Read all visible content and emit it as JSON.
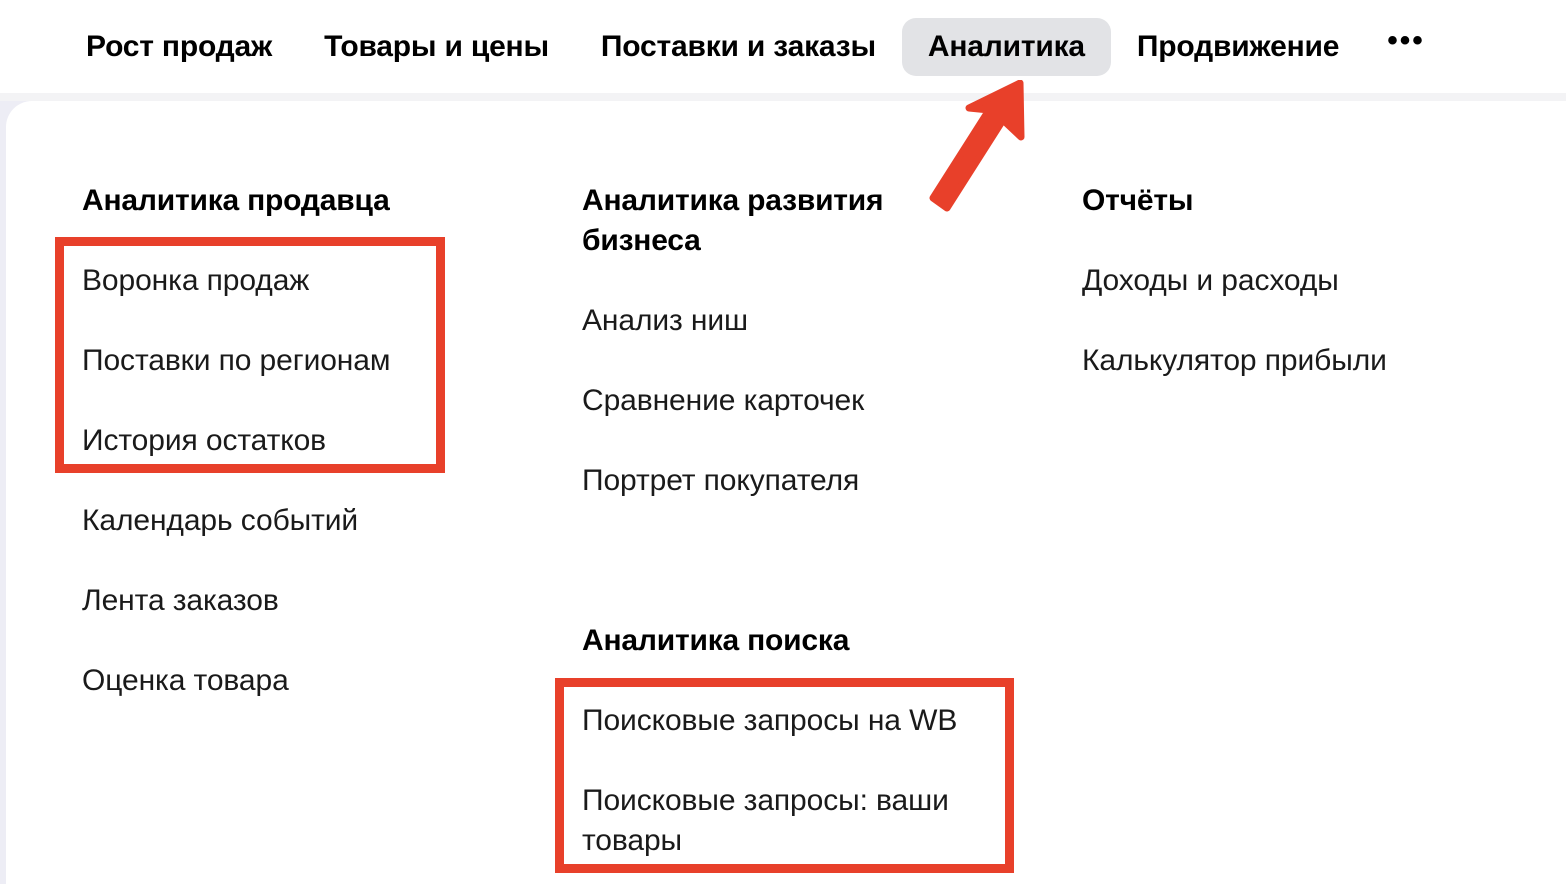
{
  "header": {
    "tabs": [
      {
        "label": "Рост продаж",
        "active": false
      },
      {
        "label": "Товары и цены",
        "active": false
      },
      {
        "label": "Поставки и заказы",
        "active": false
      },
      {
        "label": "Аналитика",
        "active": true
      },
      {
        "label": "Продвижение",
        "active": false
      }
    ],
    "more_label": "•••",
    "active_tab_bg": "#E2E3E6"
  },
  "dropdown": {
    "columns": [
      {
        "groups": [
          {
            "title": "Аналитика продавца",
            "items": [
              "Воронка продаж",
              "Поставки по регионам",
              "История остатков",
              "Календарь событий",
              "Лента заказов",
              "Оценка товара"
            ]
          }
        ]
      },
      {
        "groups": [
          {
            "title": "Аналитика развития бизнеса",
            "items": [
              "Анализ ниш",
              "Сравнение карточек",
              "Портрет покупателя"
            ]
          },
          {
            "title": "Аналитика поиска",
            "items": [
              "Поисковые запросы на WB",
              "Поисковые запросы: ваши товары"
            ]
          }
        ]
      },
      {
        "groups": [
          {
            "title": "Отчёты",
            "items": [
              "Доходы и расходы",
              "Калькулятор прибыли"
            ]
          }
        ]
      }
    ]
  },
  "annotations": {
    "color": "#E8402A",
    "boxes": [
      {
        "name": "highlight-box-seller-analytics",
        "targets": [
          "Воронка продаж",
          "Поставки по регионам",
          "История остатков"
        ]
      },
      {
        "name": "highlight-box-search-analytics",
        "targets": [
          "Поисковые запросы на WB",
          "Поисковые запросы: ваши товары"
        ]
      }
    ],
    "arrow": {
      "name": "pointer-arrow",
      "points_to": "Аналитика"
    }
  },
  "colors": {
    "page_background": "#EDEDF5",
    "panel_background": "#FFFFFF",
    "text_primary": "#000000",
    "divider": "#F3F3F5",
    "annotation_red": "#E8402A"
  }
}
